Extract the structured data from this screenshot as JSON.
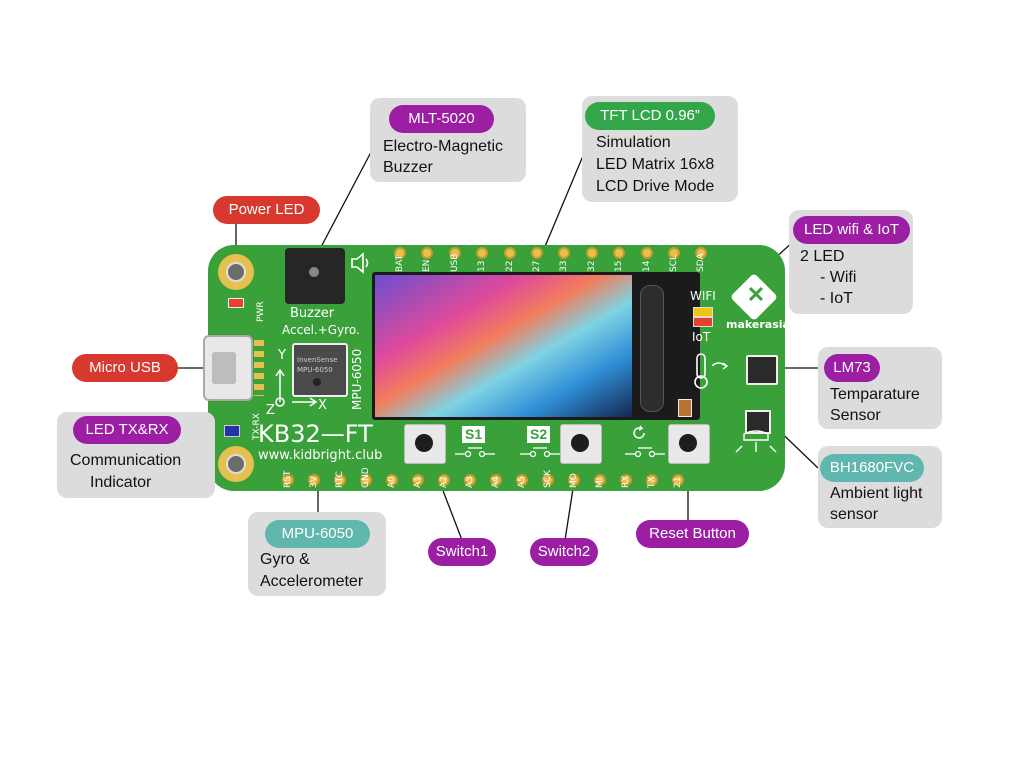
{
  "colors": {
    "board": "#3aa03a",
    "red": "#d7392e",
    "purple": "#9b1ea3",
    "green": "#34a64a",
    "teal": "#5fb7ae",
    "card": "#dcdcdc"
  },
  "callouts": {
    "power_led": {
      "label": "Power LED"
    },
    "micro_usb": {
      "label": "Micro USB"
    },
    "led_txrx": {
      "label": "LED TX&RX",
      "desc": [
        "Communication",
        "Indicator"
      ]
    },
    "mlt5020": {
      "label": "MLT-5020",
      "desc": [
        "Electro-Magnetic",
        "Buzzer"
      ]
    },
    "tft": {
      "label": "TFT LCD 0.96”",
      "desc": [
        "Simulation",
        "LED Matrix 16x8",
        "LCD Drive Mode"
      ]
    },
    "led_wifi": {
      "label": "LED wifi & IoT",
      "desc": [
        "2 LED",
        "- Wifi",
        "- IoT"
      ]
    },
    "lm73": {
      "label": "LM73",
      "desc": [
        "Temparature",
        "Sensor"
      ]
    },
    "bh1680": {
      "label": "BH1680FVC",
      "desc": [
        "Ambient light",
        "sensor"
      ]
    },
    "mpu6050": {
      "label": "MPU-6050",
      "desc": [
        "Gyro &",
        "Accelerometer"
      ]
    },
    "switch1": {
      "label": "Switch1"
    },
    "switch2": {
      "label": "Switch2"
    },
    "reset": {
      "label": "Reset Button"
    }
  },
  "board": {
    "name": "KB32—FT",
    "url": "www.kidbright.club",
    "buzzer": "Buzzer",
    "accel": "Accel.+Gyro.",
    "mpu_chip": "MPU-6050",
    "chip_brand": "InvenSense",
    "chip_model": "MPU-6050",
    "pwr": "PWR",
    "txrx": "TX-RX",
    "wifi": "WIFI",
    "iot": "IoT",
    "brand": "makerasia",
    "s1": "S1",
    "s2": "S2",
    "axis_y": "Y",
    "axis_z": "Z",
    "axis_x": "X",
    "top_pins": [
      "BAT",
      "EN",
      "USB",
      "13",
      "22",
      "27",
      "33",
      "32",
      "15",
      "14",
      "SCL",
      "SDA"
    ],
    "bottom_pins": [
      "RST",
      "3V",
      "RTC",
      "GND",
      "A0",
      "A1",
      "A2",
      "A3",
      "A4",
      "A5",
      "SCK",
      "MO",
      "MI",
      "RX",
      "TX",
      "21"
    ]
  }
}
